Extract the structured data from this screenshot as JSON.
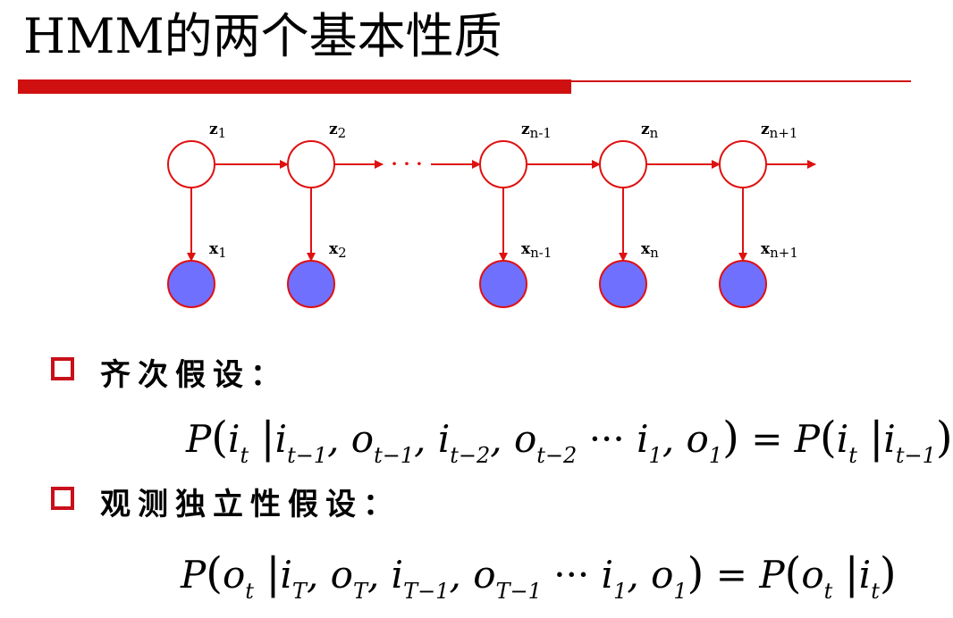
{
  "title": "HMM的两个基本性质",
  "diagram": {
    "hidden_labels": [
      "z1",
      "z2",
      "zn-1",
      "zn",
      "zn+1"
    ],
    "observed_labels": [
      "x1",
      "x2",
      "xn-1",
      "xn",
      "xn+1"
    ],
    "ellipsis": "· · ·",
    "colors": {
      "edge": "#e01010",
      "hidden_fill": "#ffffff",
      "observed_fill": "#7070ff"
    }
  },
  "sections": [
    {
      "heading": "齐次假设：",
      "formula": {
        "lhs": "P",
        "cond_var": "i",
        "cond_sub": "t",
        "given": [
          {
            "v": "i",
            "s": "t−1"
          },
          {
            "v": "o",
            "s": "t−1"
          },
          {
            "v": "i",
            "s": "t−2"
          },
          {
            "v": "o",
            "s": "t−2"
          }
        ],
        "dots": "···",
        "given_tail": [
          {
            "v": "i",
            "s": "1"
          },
          {
            "v": "o",
            "s": "1"
          }
        ],
        "rhs_var": "i",
        "rhs_sub": "t",
        "rhs_given_var": "i",
        "rhs_given_sub": "t−1"
      }
    },
    {
      "heading": "观测独立性假设：",
      "formula": {
        "lhs": "P",
        "cond_var": "o",
        "cond_sub": "t",
        "given": [
          {
            "v": "i",
            "s": "T"
          },
          {
            "v": "o",
            "s": "T"
          },
          {
            "v": "i",
            "s": "T−1"
          },
          {
            "v": "o",
            "s": "T−1"
          }
        ],
        "dots": "···",
        "given_tail": [
          {
            "v": "i",
            "s": "1"
          },
          {
            "v": "o",
            "s": "1"
          }
        ],
        "rhs_var": "o",
        "rhs_sub": "t",
        "rhs_given_var": "i",
        "rhs_given_sub": "t"
      }
    }
  ]
}
